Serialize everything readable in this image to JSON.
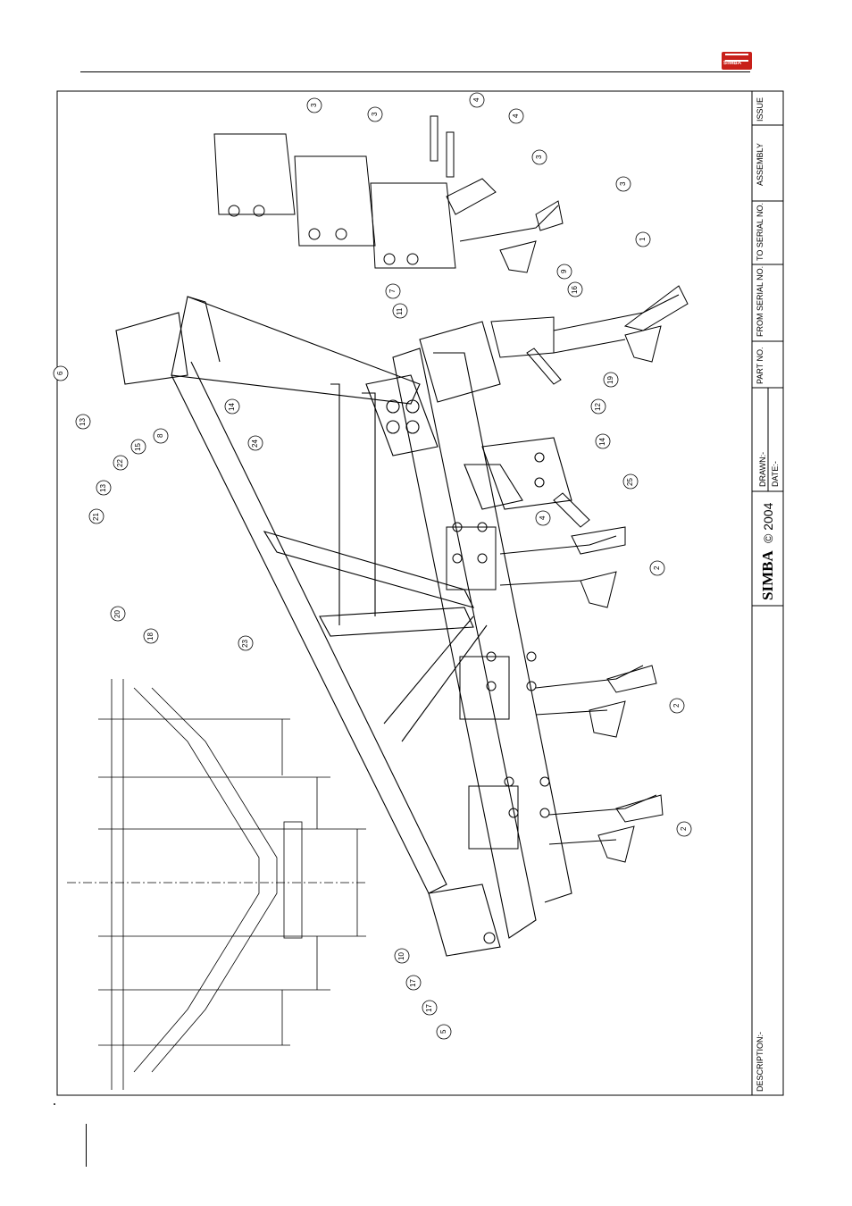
{
  "brand": {
    "logo_text": "SIMBA",
    "color": "#c8201a"
  },
  "title_block": {
    "issue": "ISSUE",
    "assembly": "ASSEMBLY",
    "to_serial": "TO SERIAL NO.",
    "from_serial": "FROM SERIAL NO.",
    "part_no": "PART NO.",
    "drawn": "DRAWN:-",
    "date": "DATE:-",
    "simba": "SIMBA",
    "copyright": "© 2004",
    "description": "DESCRIPTION:-"
  },
  "callouts": [
    "1",
    "2",
    "2",
    "2",
    "3",
    "3",
    "3",
    "3",
    "4",
    "4",
    "4",
    "5",
    "6",
    "7",
    "8",
    "9",
    "10",
    "11",
    "12",
    "13",
    "13",
    "14",
    "14",
    "15",
    "16",
    "17",
    "17",
    "18",
    "19",
    "20",
    "21",
    "22",
    "23",
    "24",
    "25"
  ]
}
